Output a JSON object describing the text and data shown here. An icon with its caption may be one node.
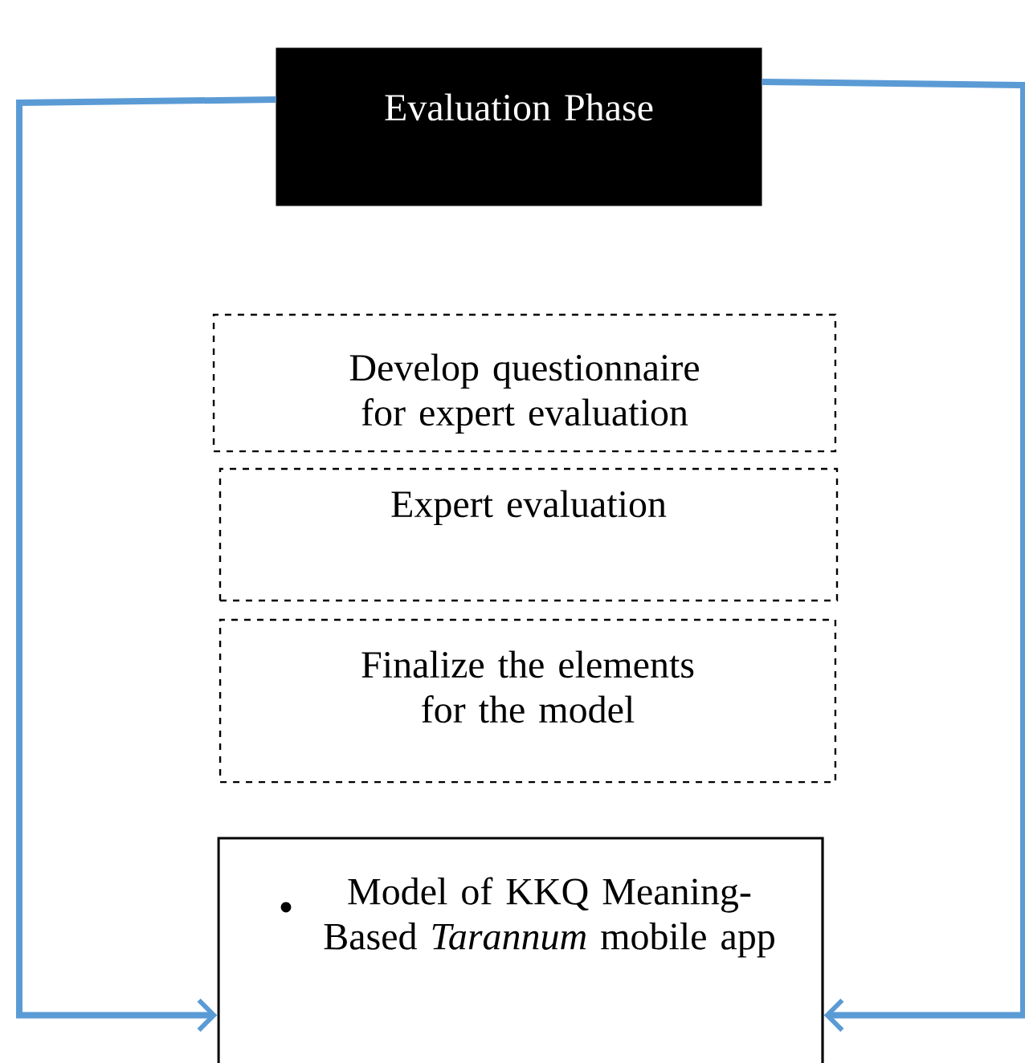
{
  "diagram": {
    "nodes": [
      {
        "text": [
          "Evaluation Phase"
        ]
      },
      {
        "text": [
          "Develop questionnaire for expert evaluation"
        ]
      },
      {
        "text": [
          "Expert evaluation"
        ]
      },
      {
        "text": [
          "Finalize the elements for the model"
        ]
      },
      {
        "text": [
          "Model of KKQ Meaning-Based *Tarannum* mobile app"
        ]
      }
    ],
    "edges": [
      {
        "from": 0,
        "to": 4,
        "arrow": "to"
      },
      {
        "from": 0,
        "to": 4,
        "arrow": "to"
      }
    ]
  }
}
